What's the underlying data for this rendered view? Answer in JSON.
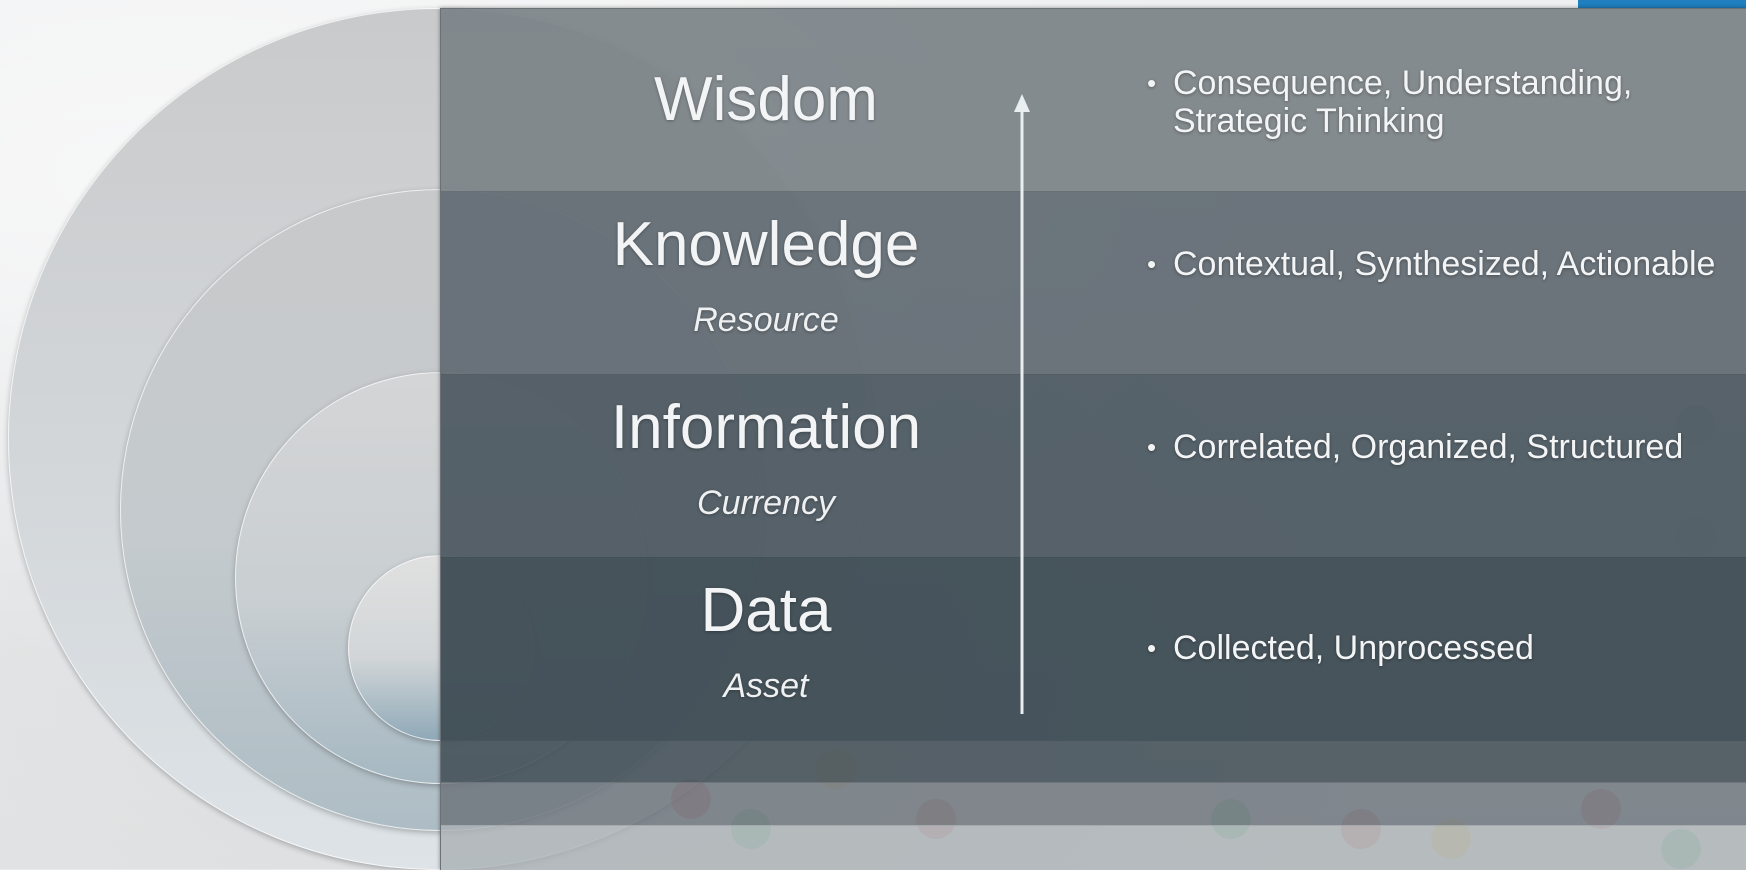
{
  "diagram": {
    "levels": [
      {
        "title": "Wisdom",
        "subtitle": "",
        "description": "Consequence, Understanding, Strategic Thinking"
      },
      {
        "title": "Knowledge",
        "subtitle": "Resource",
        "description": "Contextual, Synthesized, Actionable"
      },
      {
        "title": "Information",
        "subtitle": "Currency",
        "description": "Correlated, Organized, Structured"
      },
      {
        "title": "Data",
        "subtitle": "Asset",
        "description": "Collected, Unprocessed"
      }
    ],
    "bullet": "•"
  },
  "colors": {
    "accent": "#1f7fbf",
    "band_wisdom": "#7c8388",
    "band_knowledge": "#646e75",
    "band_information": "#505c64",
    "band_data": "#414e57",
    "text": "#f2f4f5"
  }
}
